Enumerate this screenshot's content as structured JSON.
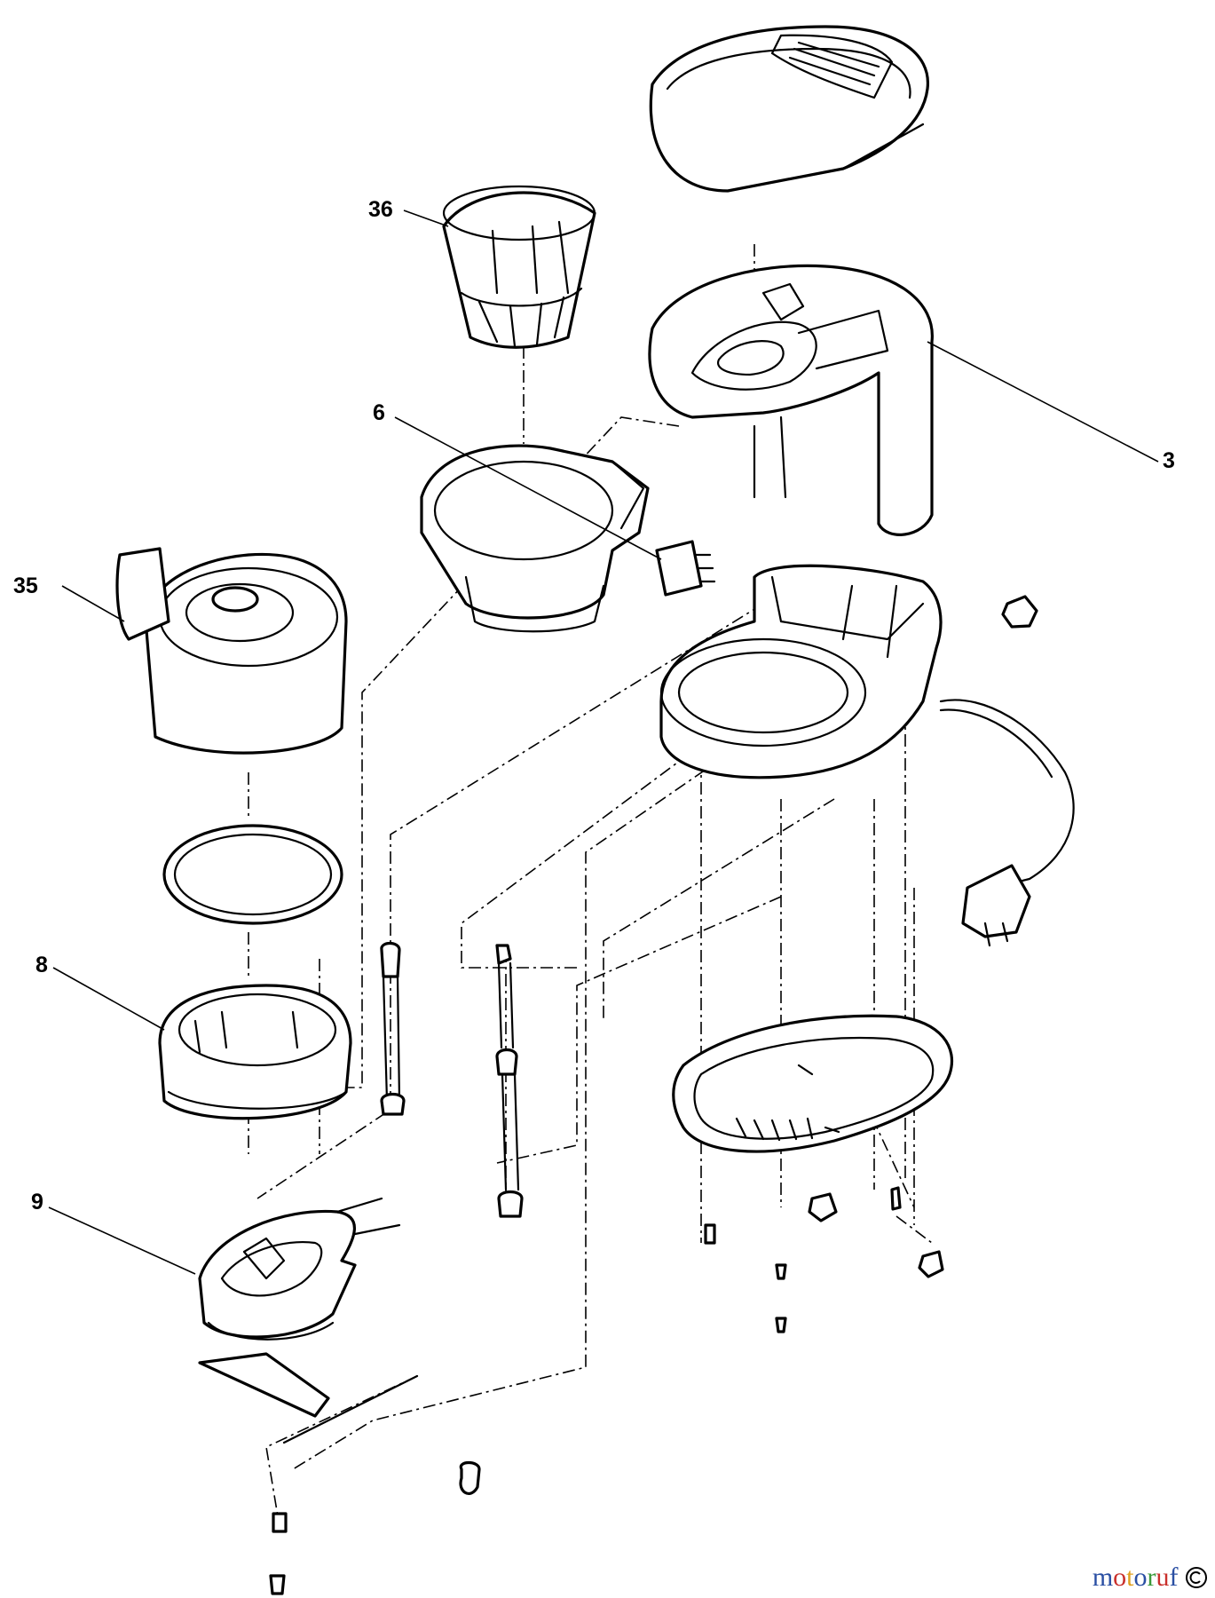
{
  "callouts": [
    {
      "id": "36",
      "label": "36"
    },
    {
      "id": "6",
      "label": "6"
    },
    {
      "id": "3",
      "label": "3"
    },
    {
      "id": "35",
      "label": "35"
    },
    {
      "id": "8",
      "label": "8"
    },
    {
      "id": "9",
      "label": "9"
    }
  ],
  "watermark": {
    "text": "motoruf",
    "colors": [
      "#2a4fa3",
      "#c9302c",
      "#e0a020",
      "#2a4fa3",
      "#3a9a3a",
      "#c9302c",
      "#2a4fa3"
    ],
    "badge_icon": "copyright-badge-icon"
  }
}
